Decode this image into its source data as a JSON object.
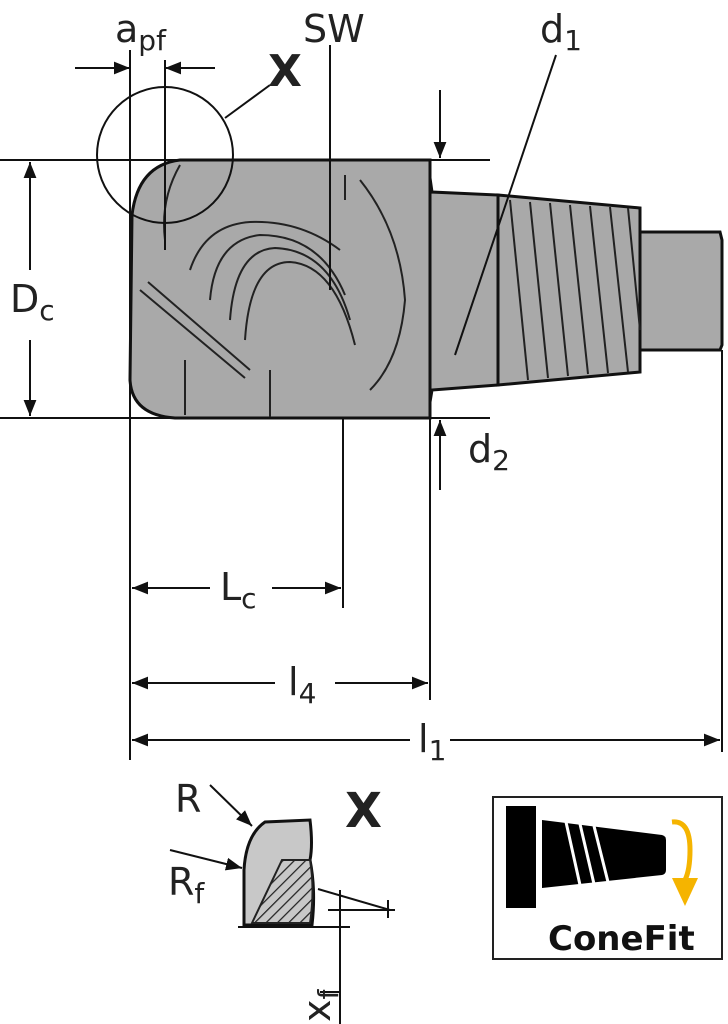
{
  "labels": {
    "apf": {
      "base": "a",
      "sub": "pf"
    },
    "sw": "SW",
    "d1": {
      "base": "d",
      "sub": "1"
    },
    "x_callout": "X",
    "dc": {
      "base": "D",
      "sub": "c"
    },
    "d2": {
      "base": "d",
      "sub": "2"
    },
    "lc": {
      "base": "L",
      "sub": "c"
    },
    "l4": {
      "base": "l",
      "sub": "4"
    },
    "l1": {
      "base": "l",
      "sub": "1"
    }
  },
  "detail": {
    "title": "X",
    "r": "R",
    "rf": {
      "base": "R",
      "sub": "f"
    },
    "xf": {
      "base": "x",
      "sub": "f"
    }
  },
  "logo": {
    "text": "ConeFit",
    "arrow_color": "#f5b400"
  }
}
